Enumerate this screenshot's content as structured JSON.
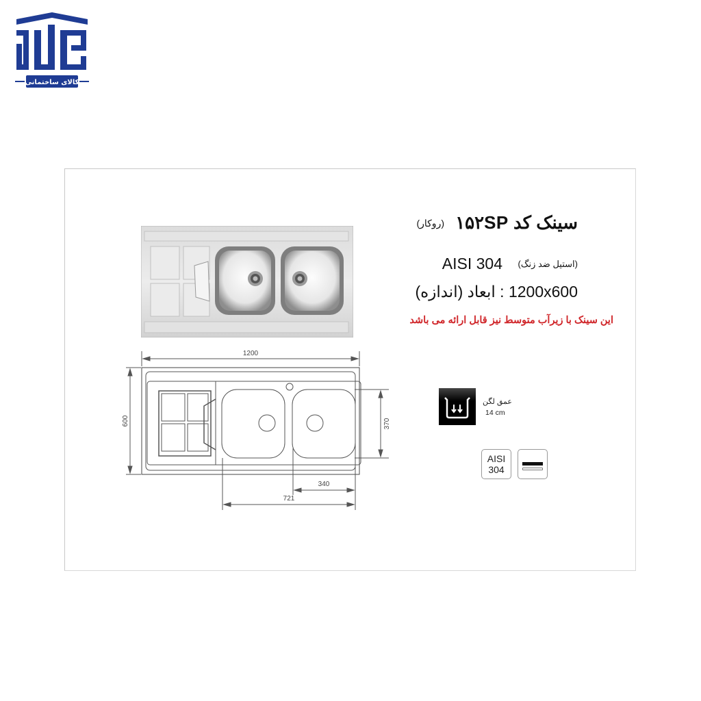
{
  "brand": {
    "logo_name": "building-supplies-logo",
    "tagline": "کالای ساختمانی",
    "color": "#1f3c94"
  },
  "product": {
    "title": "سینک کد ۱۵۲SP",
    "install_type": "(روکار)",
    "material_label": "(استیل ضد زنگ)",
    "material_grade": "AISI 304",
    "dimensions_text": "1200x600 : ابعاد (اندازه)",
    "note": "این سینک با زیرآب متوسط نیز قابل ارائه می باشد",
    "note_color": "#d0262a"
  },
  "drawing": {
    "width_label": "1200",
    "height_label": "600",
    "bowl_depth_label": "370",
    "bowl_width_label": "340",
    "bowls_total_label": "721"
  },
  "features": {
    "depth_label": "عمق لگن",
    "depth_value": "14 cm",
    "badge_aisi_line1": "AISI",
    "badge_aisi_line2": "304"
  }
}
